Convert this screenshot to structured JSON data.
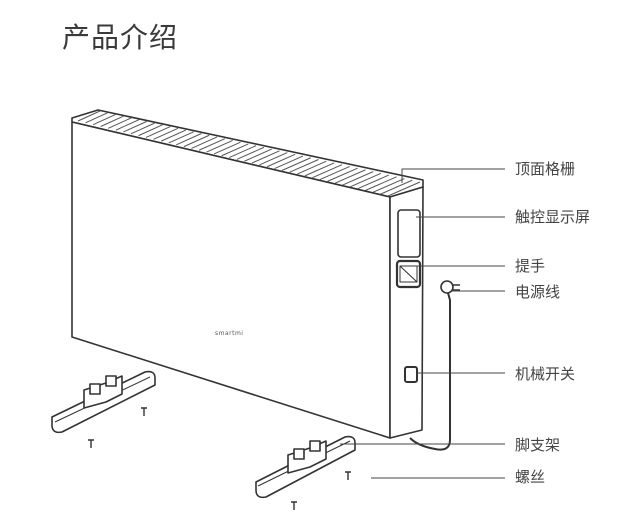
{
  "title": "产品介绍",
  "brand_logo": "smartmi",
  "labels": {
    "top_grille": "顶面格栅",
    "touch_display": "触控显示屏",
    "handle": "提手",
    "power_cord": "电源线",
    "mechanical_switch": "机械开关",
    "foot_stand": "脚支架",
    "screws": "螺丝"
  }
}
